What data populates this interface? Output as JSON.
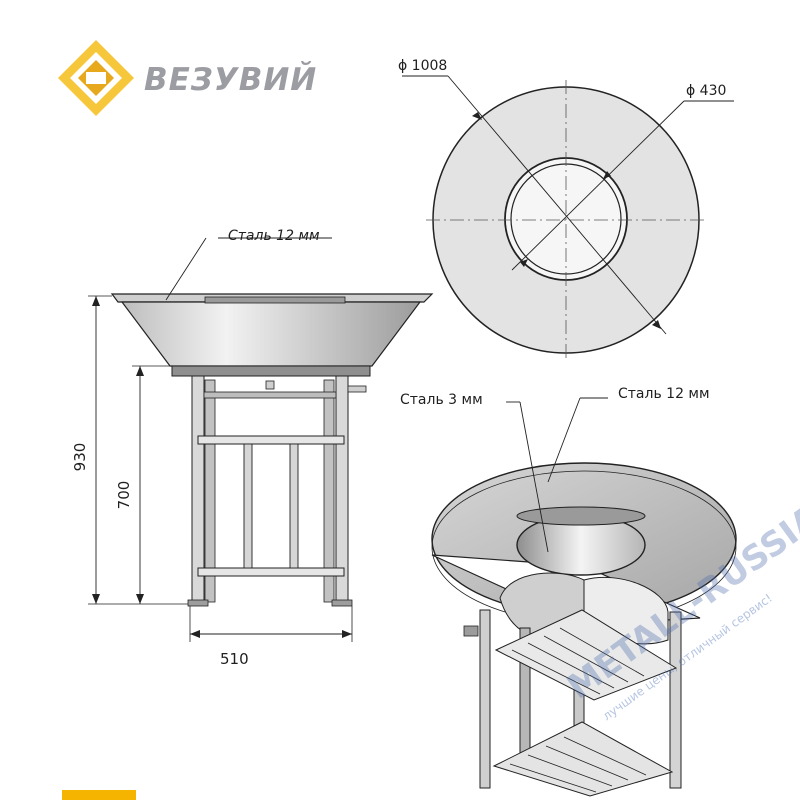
{
  "brand": {
    "name": "ВЕЗУВИЙ",
    "logo_colors": [
      "#f6c63b",
      "#e8a81c"
    ]
  },
  "top_view": {
    "outer_diameter": "ϕ 1008",
    "inner_diameter": "ϕ 430"
  },
  "front_view": {
    "bowl_material": "Сталь 12 мм",
    "height_total": "930",
    "height_legs": "700",
    "width": "510"
  },
  "iso_view": {
    "label_inner": "Сталь 3 мм",
    "label_top": "Сталь 12 мм"
  },
  "watermark": {
    "main": "METALL-RUSSIA.RU",
    "sub": "лучшие цены, отличный сервис!"
  }
}
